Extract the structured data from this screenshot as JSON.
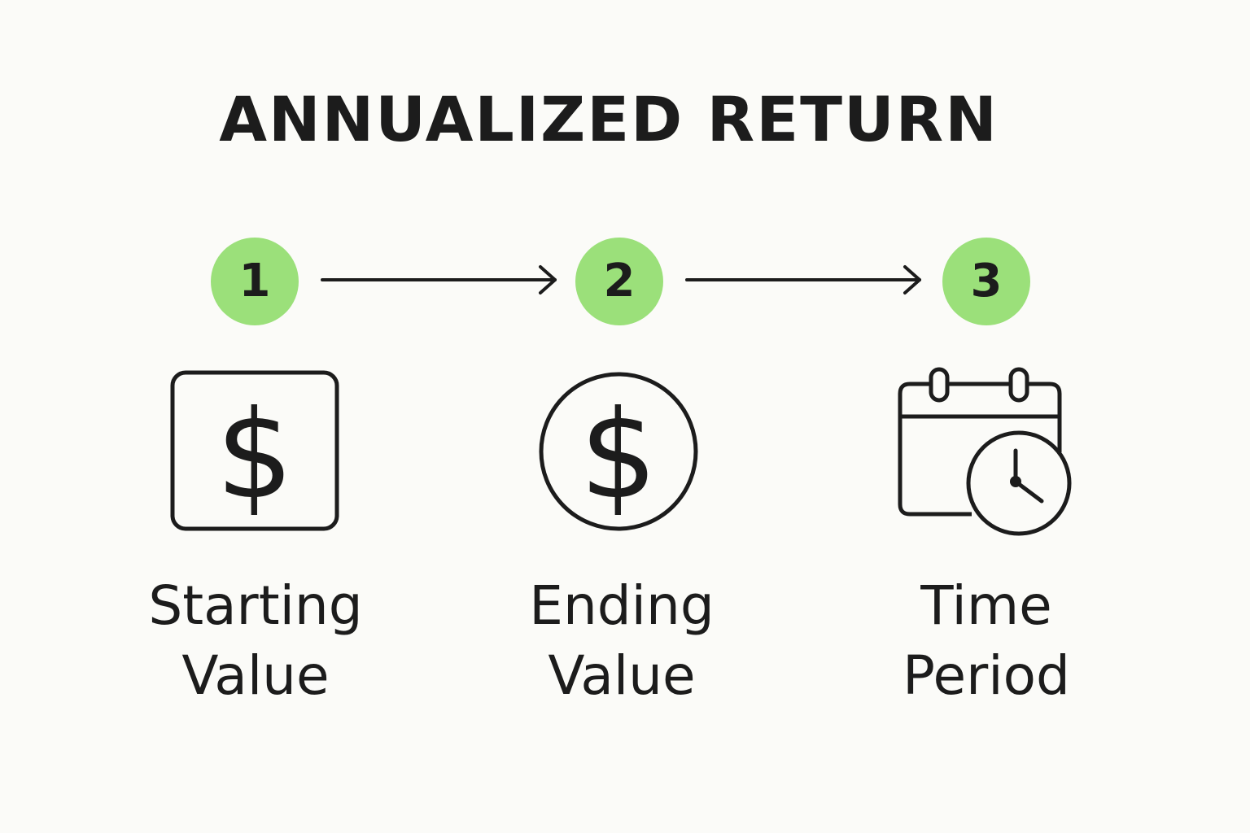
{
  "title": "ANNUALIZED RETURN",
  "colors": {
    "badge": "#9be07a",
    "ink": "#1c1c1c",
    "background": "#fbfbf8"
  },
  "steps": [
    {
      "number": "1",
      "icon": "dollar-square-icon",
      "icon_glyph": "$",
      "label_line1": "Starting",
      "label_line2": "Value"
    },
    {
      "number": "2",
      "icon": "dollar-circle-icon",
      "icon_glyph": "$",
      "label_line1": "Ending",
      "label_line2": "Value"
    },
    {
      "number": "3",
      "icon": "calendar-clock-icon",
      "label_line1": "Time",
      "label_line2": "Period"
    }
  ]
}
